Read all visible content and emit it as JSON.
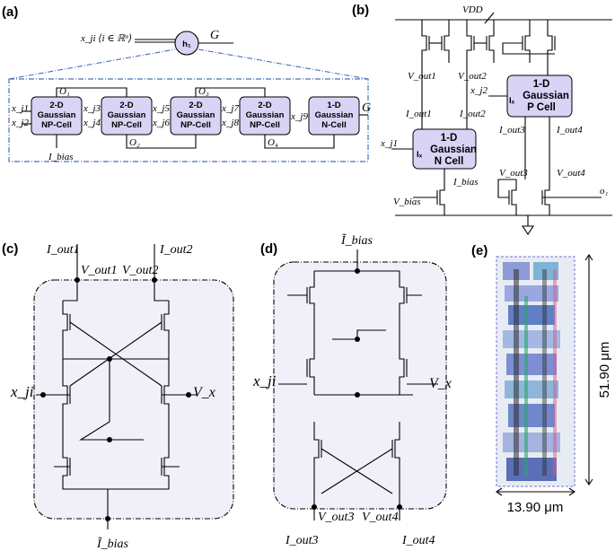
{
  "panels": {
    "a": "(a)",
    "b": "(b)",
    "c": "(c)",
    "d": "(d)",
    "e": "(e)"
  },
  "a": {
    "input": "x_ji ⟨i ∈ ℝ⁹⟩",
    "node": "h₁",
    "out": "G",
    "cells": [
      {
        "l1": "2-D",
        "l2": "Gaussian",
        "l3": "NP-Cell"
      },
      {
        "l1": "2-D",
        "l2": "Gaussian",
        "l3": "NP-Cell"
      },
      {
        "l1": "2-D",
        "l2": "Gaussian",
        "l3": "NP-Cell"
      },
      {
        "l1": "2-D",
        "l2": "Gaussian",
        "l3": "NP-Cell"
      },
      {
        "l1": "1-D",
        "l2": "Gaussian",
        "l3": "N-Cell"
      }
    ],
    "inputs": [
      "x_j1",
      "x_j2",
      "x_j3",
      "x_j4",
      "x_j5",
      "x_j6",
      "x_j7",
      "x_j8",
      "x_j9"
    ],
    "o": [
      "O₁",
      "O₂",
      "O₃",
      "O₄"
    ],
    "ibias": "I_bias",
    "g": "G"
  },
  "b": {
    "vdd": "VDD",
    "vout1": "V_out1",
    "vout2": "V_out2",
    "iout1": "I_out1",
    "iout2": "I_out2",
    "ncell": {
      "l1": "1-D",
      "l2": "Gaussian",
      "l3": "N Cell",
      "ix": "Iₓ"
    },
    "pcell": {
      "l1": "1-D",
      "l2": "Gaussian",
      "l3": "P Cell",
      "ix": "Iₓ"
    },
    "xj1": "x_j1",
    "xj2": "x_j2",
    "iout3": "I_out3",
    "iout4": "I_out4",
    "vout3": "V_out3",
    "vout4": "V_out4",
    "vbias": "V_bias",
    "ibias": "I_bias",
    "o1": "o₁"
  },
  "c": {
    "iout1": "I_out1",
    "iout2": "I_out2",
    "vout1": "V_out1",
    "vout2": "V_out2",
    "xji": "x_ji",
    "vx": "V_x",
    "ibias": "Ĩ_bias"
  },
  "d": {
    "ibias": "Ĩ_bias",
    "xji": "x_ji",
    "vx": "V_x",
    "vout3": "V_out3",
    "vout4": "V_out4",
    "iout3": "I_out3",
    "iout4": "I_out4"
  },
  "e": {
    "height": "51.90 μm",
    "width": "13.90 μm"
  }
}
